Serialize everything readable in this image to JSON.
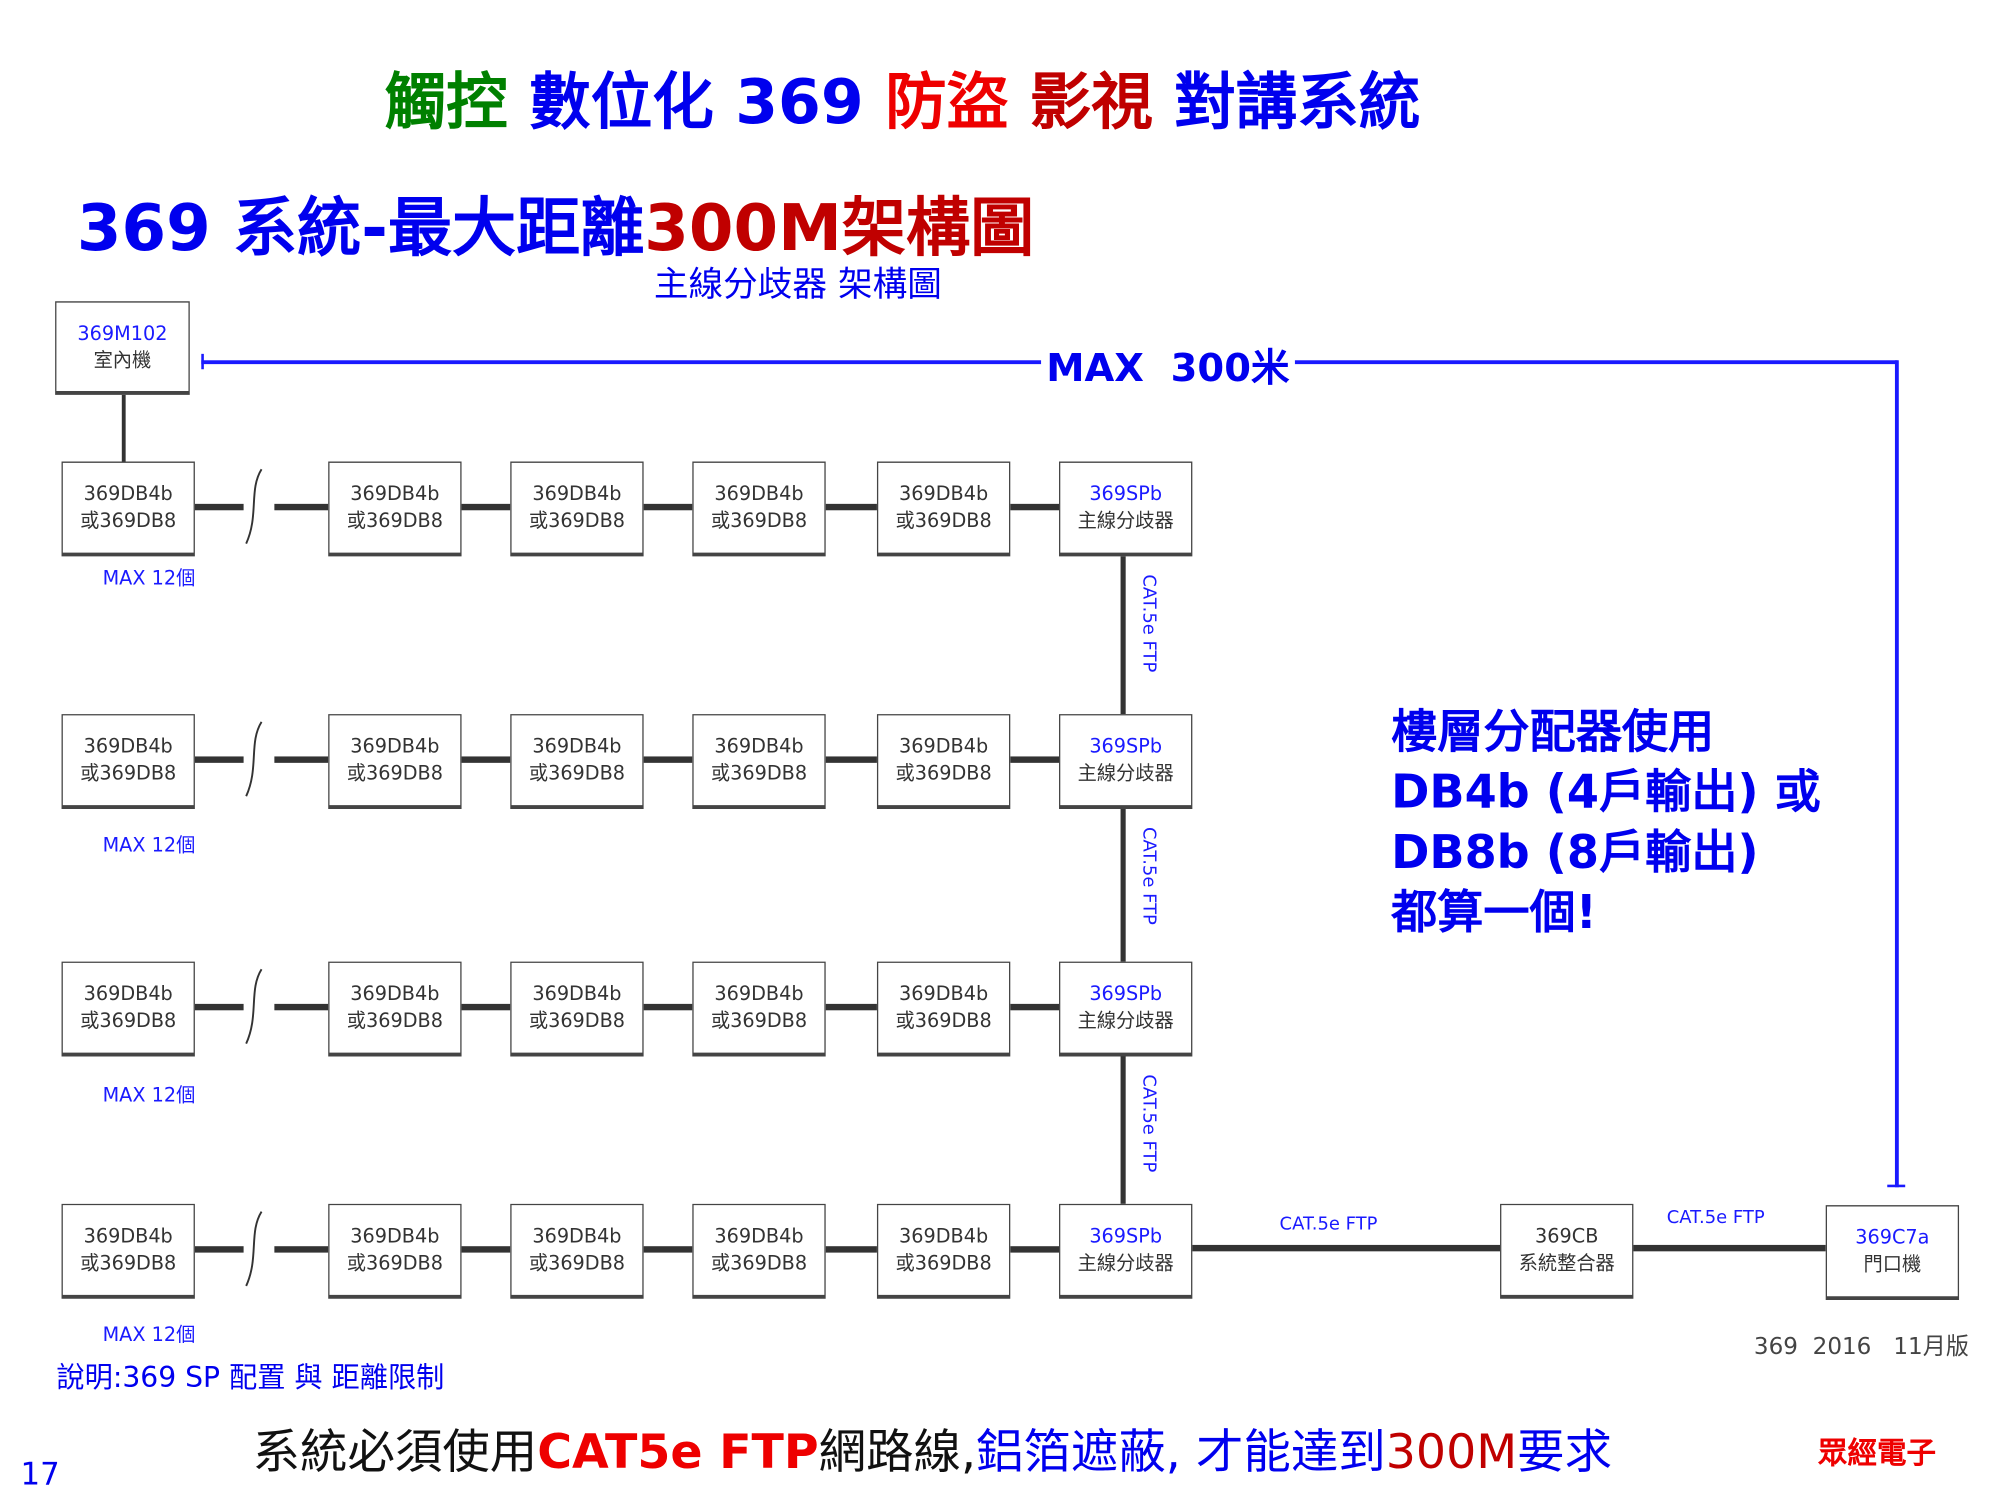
{
  "title": {
    "part1": "觸控",
    "part2": "數位化 369",
    "part3": "防盜",
    "part4": "影視",
    "part5": "對講系統"
  },
  "heading": {
    "part1": "369 系統-最大距離",
    "part2": "300M架構圖"
  },
  "subheading": "主線分歧器 架構圖",
  "indoor_unit": {
    "model": "369M102",
    "name": "室內機"
  },
  "max_distance_label": "MAX  300米",
  "db_box": {
    "line1": "369DB4b",
    "line2": "或369DB8"
  },
  "sp_box": {
    "line1": "369SPb",
    "line2": "主線分歧器"
  },
  "max_per_row": "MAX 12個",
  "cable_label": "CAT.5e FTP",
  "cb_box": {
    "line1": "369CB",
    "line2": "系統整合器"
  },
  "door_box": {
    "line1": "369C7a",
    "line2": "門口機"
  },
  "note_right": [
    "樓層分配器使用",
    "DB4b (4戶輸出) 或",
    "DB8b (8戶輸出)",
    "都算一個!"
  ],
  "version": "369  2016   11月版",
  "explanation": "說明:369 SP 配置 與 距離限制",
  "footer": {
    "part1": "系統必須使用",
    "part2": "CAT5e FTP",
    "part3": "網路線,",
    "part4": "鋁箔遮蔽, 才能達到",
    "part5": "300M",
    "part6": "要求"
  },
  "brand": "眾經電子",
  "page_number": "17"
}
